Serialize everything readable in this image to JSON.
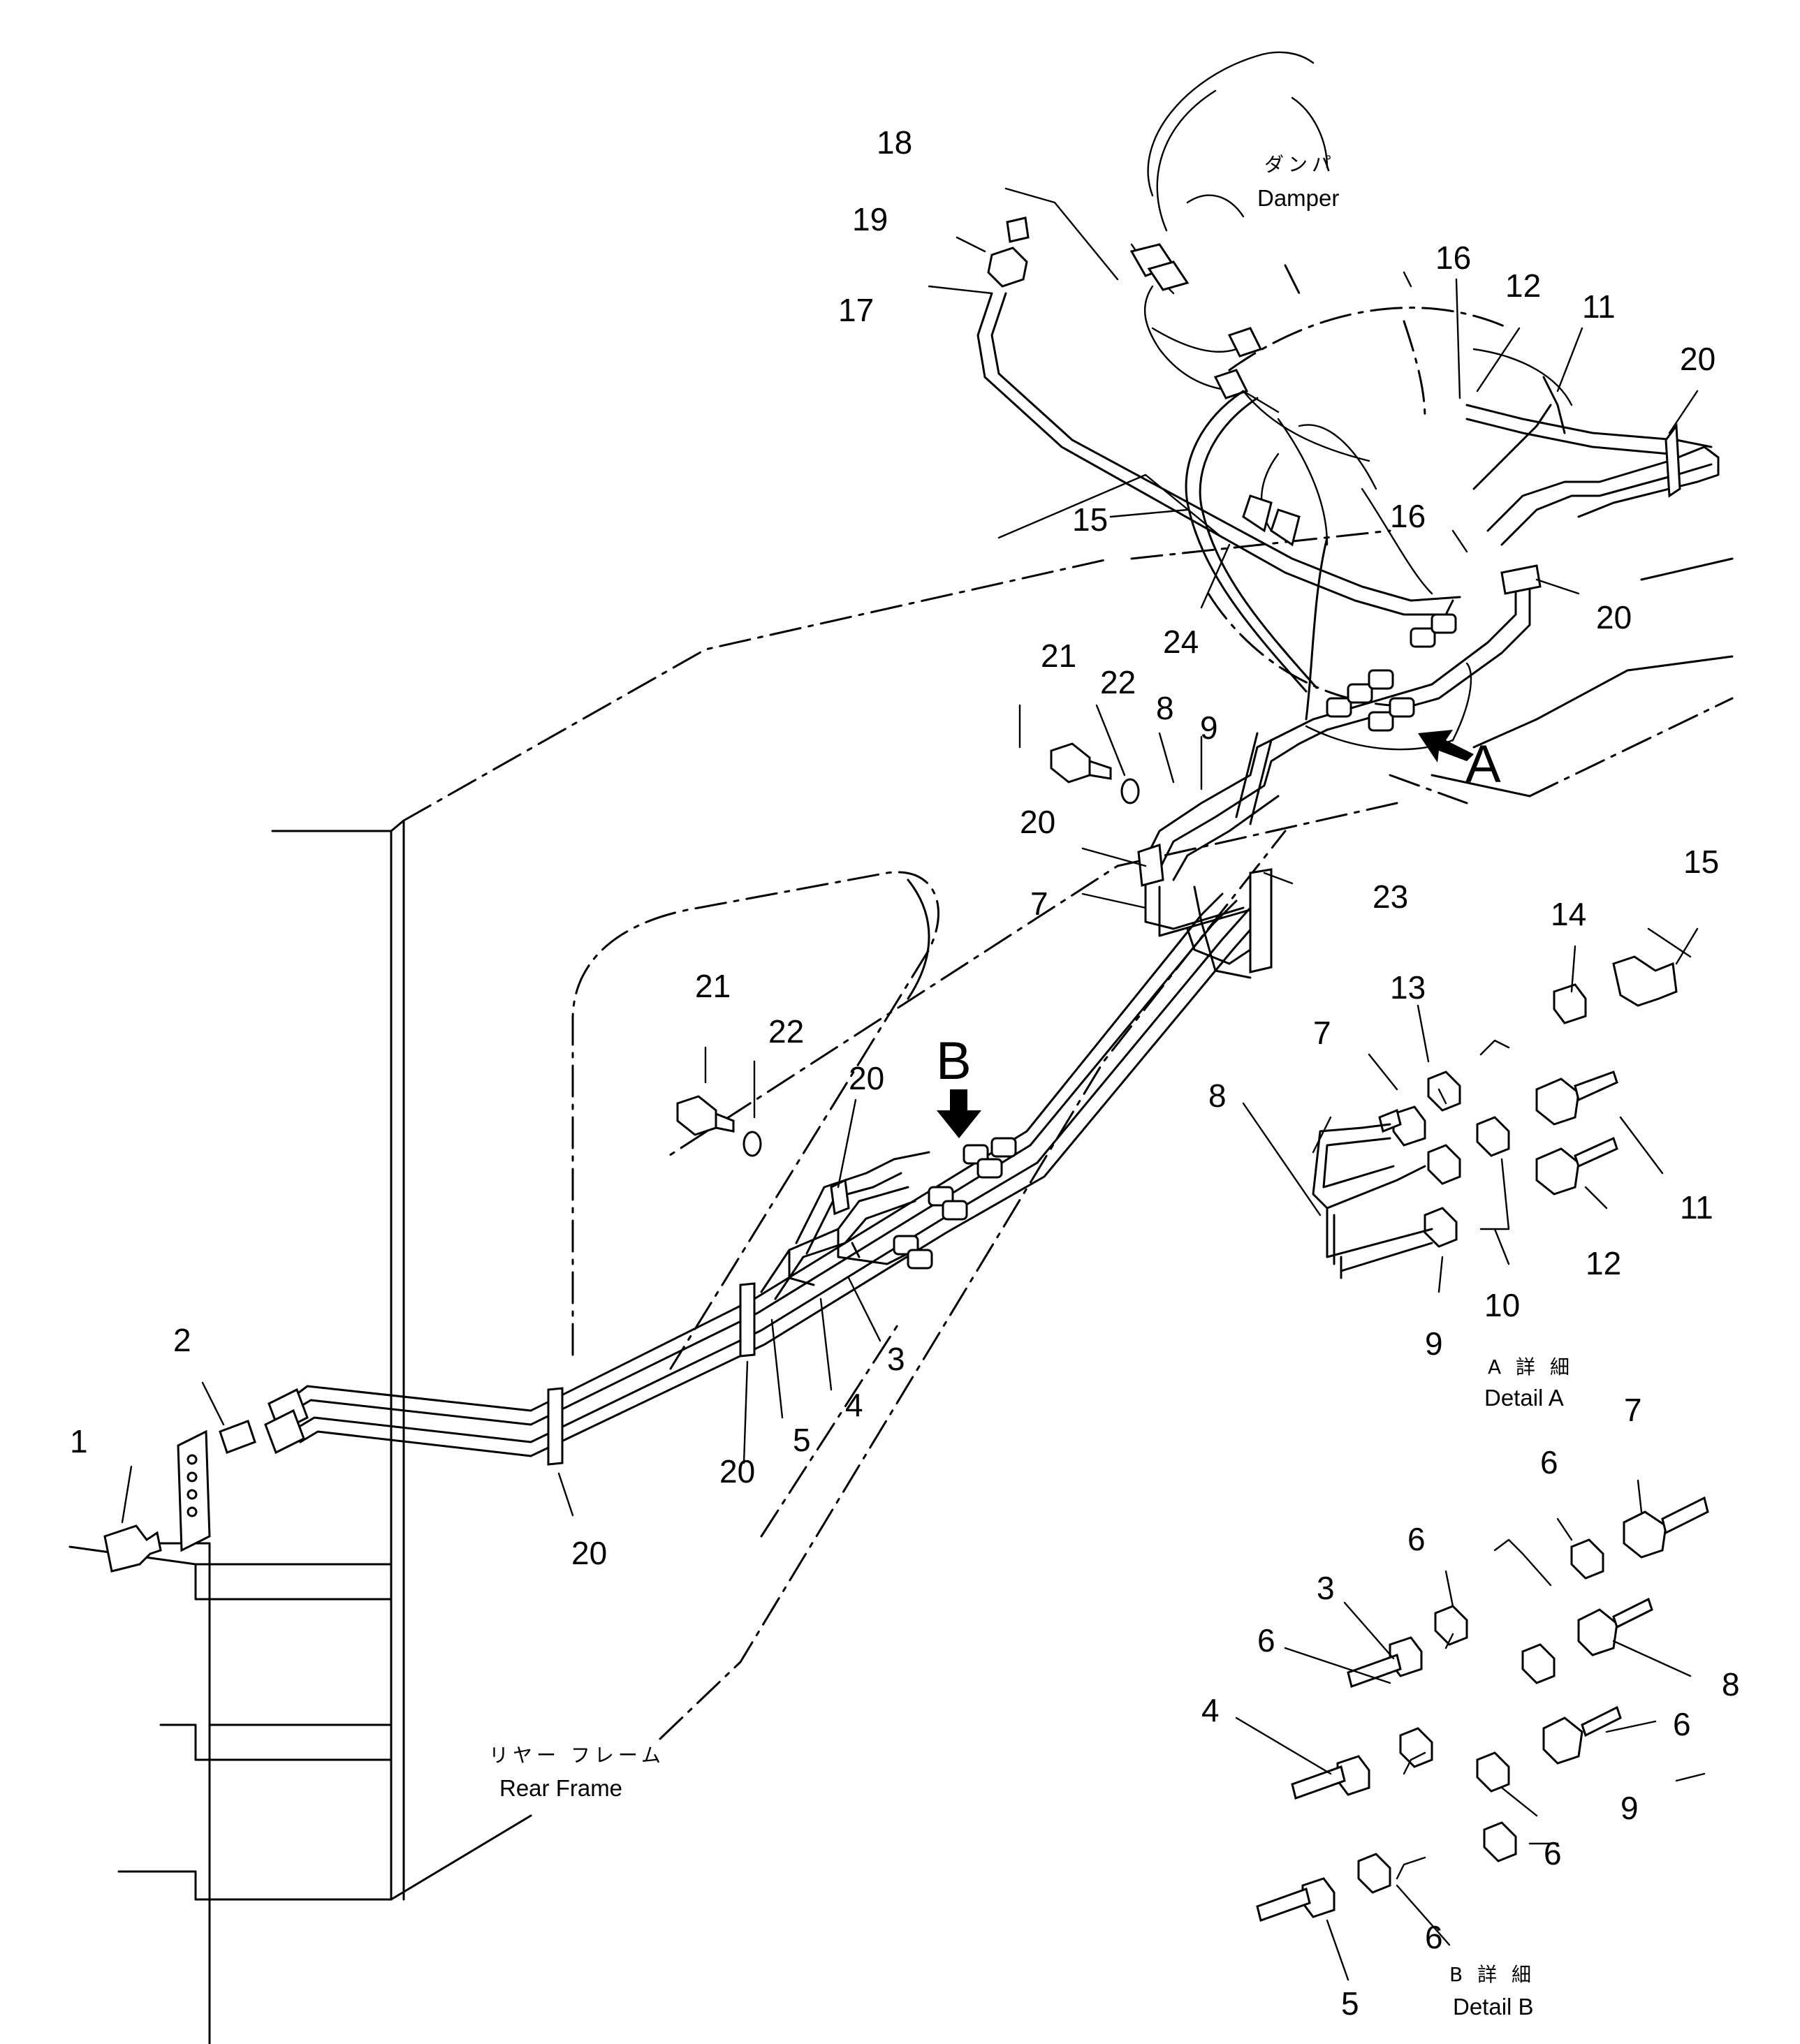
{
  "labels": {
    "damper_jp": "ダンパ",
    "damper_en": "Damper",
    "rear_frame_jp": "リヤー フレーム",
    "rear_frame_en": "Rear Frame",
    "detail_a_jp": "A 詳 細",
    "detail_a_en": "Detail A",
    "detail_b_jp": "B 詳 細",
    "detail_b_en": "Detail B",
    "arrow_a": "A",
    "arrow_b": "B"
  },
  "callouts": {
    "c1": "1",
    "c2": "2",
    "c3": "3",
    "c4": "4",
    "c5": "5",
    "c7": "7",
    "c8": "8",
    "c9": "9",
    "c15": "15",
    "c16a": "16",
    "c16b": "16",
    "c12": "12",
    "c11": "11",
    "c17": "17",
    "c18": "18",
    "c19": "19",
    "c20a": "20",
    "c20b": "20",
    "c20c": "20",
    "c20d": "20",
    "c20e": "20",
    "c20f": "20",
    "c21a": "21",
    "c22a": "22",
    "c21b": "21",
    "c22b": "22",
    "c23": "23",
    "c24": "24"
  },
  "detail_a": {
    "n15": "15",
    "n14": "14",
    "n13": "13",
    "n7": "7",
    "n8": "8",
    "n11": "11",
    "n12": "12",
    "n10": "10",
    "n9": "9"
  },
  "detail_b": {
    "n7": "7",
    "n6a": "6",
    "n6b": "6",
    "n3": "3",
    "n8": "8",
    "n6c": "6",
    "n6d": "6",
    "n4": "4",
    "n9": "9",
    "n6e": "6",
    "n6f": "6",
    "n5": "5"
  }
}
